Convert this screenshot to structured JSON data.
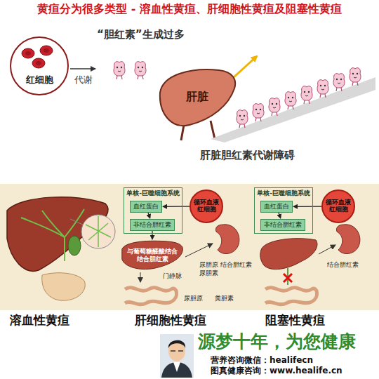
{
  "diagram": {
    "title": "黄疸分为很多类型 - 溶血性黄疸、肝细胞性黄疸及阻塞性黄疸",
    "nodes": [
      {
        "text": [
          "红细胞"
        ]
      },
      {
        "text": [
          "肝脏"
        ]
      },
      {
        "text": [
          "单核-巨噬细胞系统"
        ]
      },
      {
        "text": [
          "血红蛋白"
        ],
        "in": 2
      },
      {
        "text": [
          "非结合胆红素"
        ],
        "in": 2
      },
      {
        "text": [
          "循环血液红细胞"
        ]
      },
      {
        "text": [
          "与葡萄糖醛酸结合",
          "结合胆红素"
        ]
      },
      {
        "text": [
          "单核-巨噬细胞系统"
        ]
      },
      {
        "text": [
          "血红蛋白"
        ],
        "in": 7
      },
      {
        "text": [
          "非结合胆红素"
        ],
        "in": 7
      },
      {
        "text": [
          "循环血液红细胞"
        ]
      }
    ],
    "edges": [
      {
        "from": 5,
        "to": 3,
        "arrow": "to"
      },
      {
        "from": 3,
        "to": 4,
        "arrow": "to"
      },
      {
        "from": 4,
        "to": 6,
        "arrow": "to"
      },
      {
        "from": 10,
        "to": 8,
        "arrow": "to"
      },
      {
        "from": 8,
        "to": 9,
        "arrow": "to"
      }
    ],
    "labels": [
      "“胆红素”生成过多",
      "代谢",
      "肝脏胆红素代谢障碍",
      "门静脉",
      "尿胆原",
      "尿胆素",
      "结合胆红素",
      "尿胆原",
      "粪胆素",
      "结合胆红素",
      "溶血性黄疸",
      "肝细胞性黄疸",
      "阻塞性黄疸",
      "源梦十年，为您健康",
      "营养咨询微信：healifecn",
      "图真健康咨询：www.healife.cn"
    ]
  }
}
